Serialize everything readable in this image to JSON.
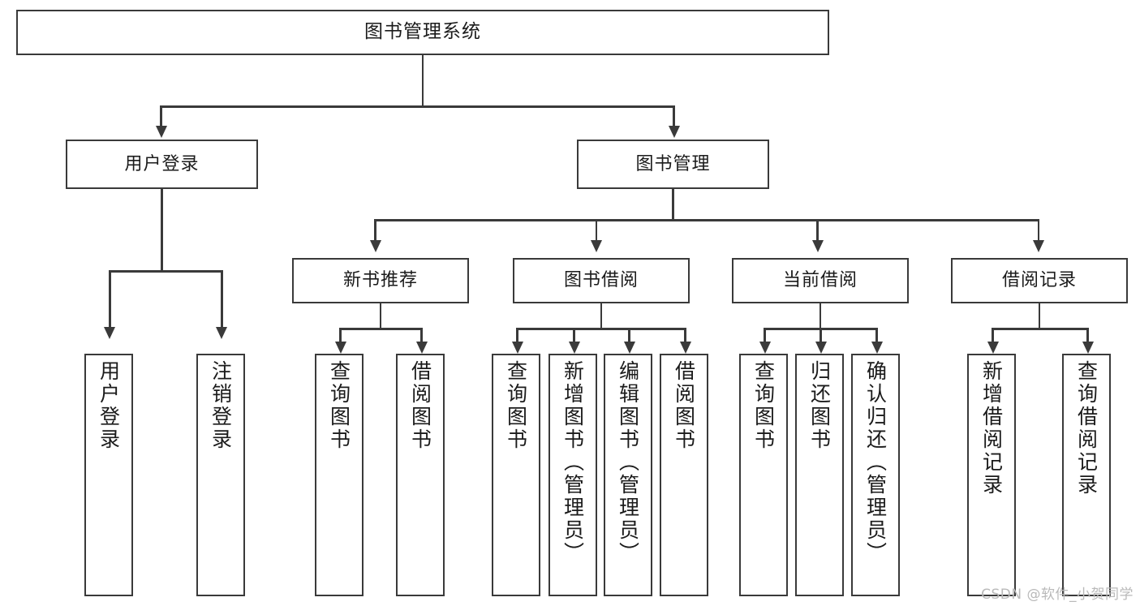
{
  "diagram": {
    "type": "tree",
    "title": "图书管理系统",
    "watermark": "CSDN @软件_小贺同学",
    "colors": {
      "box_border": "#3a3a3a",
      "box_fill": "#ffffff",
      "connector": "#3a3a3a",
      "text": "#1b1b1b",
      "watermark": "#b9b9b9"
    },
    "nodes": {
      "root": "图书管理系统",
      "level1": [
        "用户登录",
        "图书管理"
      ],
      "level2": [
        "新书推荐",
        "图书借阅",
        "当前借阅",
        "借阅记录"
      ],
      "leaves": {
        "user_login": [
          "用户登录",
          "注销登录"
        ],
        "new_book": [
          "查询图书",
          "借阅图书"
        ],
        "book_borrow": [
          "查询图书",
          "新增图书（管理员）",
          "编辑图书（管理员）",
          "借阅图书"
        ],
        "current_borrow": [
          "查询图书",
          "归还图书",
          "确认归还（管理员）"
        ],
        "borrow_record": [
          "新增借阅记录",
          "查询借阅记录"
        ]
      }
    }
  }
}
